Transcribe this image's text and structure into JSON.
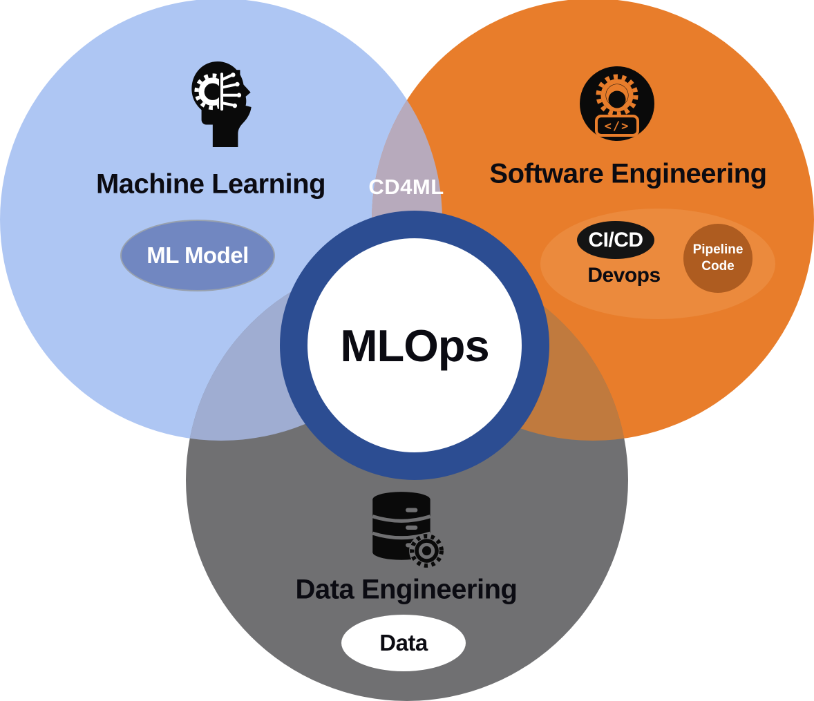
{
  "center": {
    "label": "MLOps"
  },
  "ml": {
    "label": "Machine Learning",
    "chip": "ML Model",
    "icon": "brain-circuit-icon"
  },
  "se": {
    "label": "Software Engineering",
    "badge": "CI/CD",
    "team": "Devops",
    "bubble": "Pipeline Code",
    "icon": "gear-code-icon"
  },
  "de": {
    "label": "Data Engineering",
    "chip": "Data",
    "icon": "database-gear-icon"
  },
  "overlap": {
    "ml_se": "CD4ML"
  },
  "colors": {
    "bg": "#ffffff",
    "ml": "#aec6f3",
    "se": "#e87d2b",
    "de": "#707072",
    "ml_se": "#b7aabc",
    "ml_de": "#9fadd2",
    "se_de": "#c07a3e",
    "ring": "#2c4d92",
    "center_fill": "#ffffff",
    "ml_model_fill": "#7187c1",
    "ml_model_stroke": "#98a1ae",
    "devops_area": "#eb8a3d",
    "cicd_fill": "#141414",
    "pipeline_fill": "#ae5c20",
    "data_fill": "#ffffff",
    "icon_dark": "#0a0a0a",
    "text_dark": "#0b0b12",
    "text_light": "#ffffff"
  }
}
